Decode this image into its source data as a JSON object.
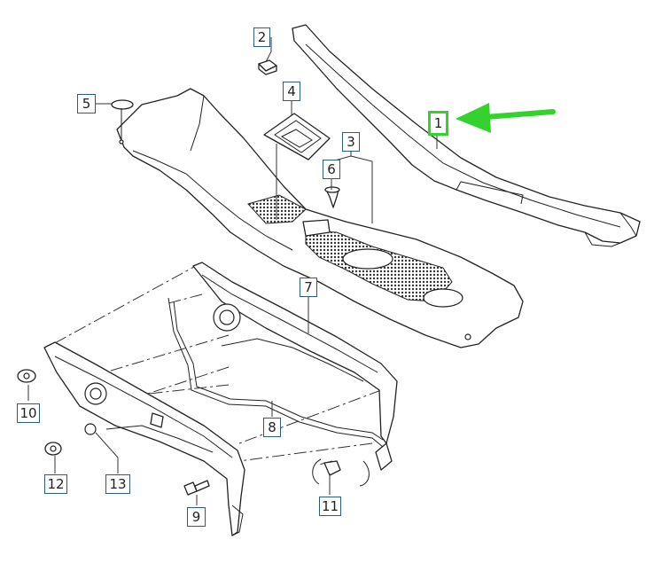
{
  "callouts": {
    "c1": "1",
    "c2": "2",
    "c3": "3",
    "c4": "4",
    "c5": "5",
    "c6": "6",
    "c7": "7",
    "c8": "8",
    "c9": "9",
    "c10": "10",
    "c11": "11",
    "c12": "12",
    "c13": "13"
  },
  "colors": {
    "highlight": "#34d12f",
    "callout_border": "#2f5d77",
    "line": "#222222"
  }
}
